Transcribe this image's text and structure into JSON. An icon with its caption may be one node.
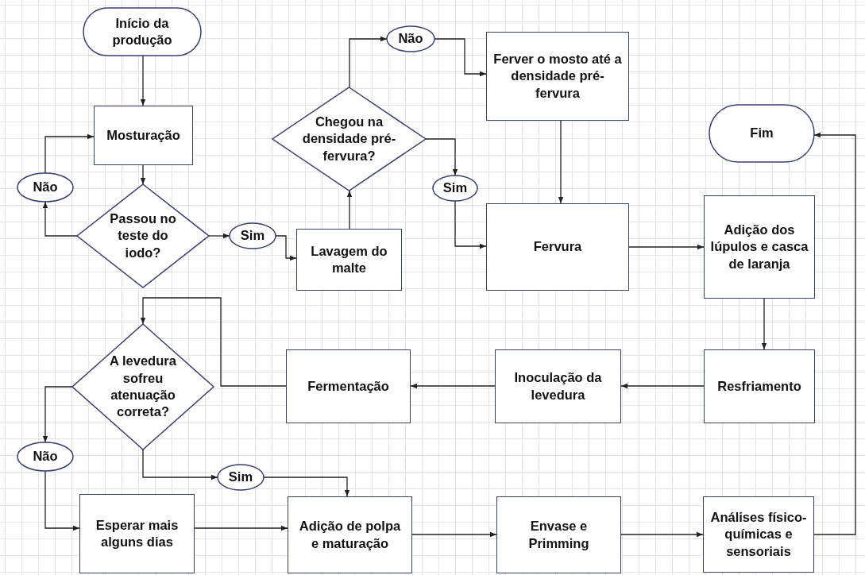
{
  "diagram": {
    "nodes": [
      {
        "text": [
          "Início da produção"
        ]
      },
      {
        "text": [
          "Mosturação"
        ]
      },
      {
        "text": [
          "Passou no teste do iodo?"
        ]
      },
      {
        "text": [
          "Não"
        ]
      },
      {
        "text": [
          "Sim"
        ]
      },
      {
        "text": [
          "Lavagem do malte"
        ]
      },
      {
        "text": [
          "Chegou na densidade pré-fervura?"
        ]
      },
      {
        "text": [
          "Não"
        ]
      },
      {
        "text": [
          "Ferver o mosto até a densidade pré-fervura"
        ]
      },
      {
        "text": [
          "Sim"
        ]
      },
      {
        "text": [
          "Fervura"
        ]
      },
      {
        "text": [
          "Fim"
        ]
      },
      {
        "text": [
          "Adição dos lúpulos e casca de laranja"
        ]
      },
      {
        "text": [
          "Resfriamento"
        ]
      },
      {
        "text": [
          "Inoculação da levedura"
        ]
      },
      {
        "text": [
          "Fermentação"
        ]
      },
      {
        "text": [
          "A levedura sofreu atenuação correta?"
        ]
      },
      {
        "text": [
          "Não"
        ]
      },
      {
        "text": [
          "Sim"
        ]
      },
      {
        "text": [
          "Esperar mais alguns dias"
        ]
      },
      {
        "text": [
          "Adição de polpa e maturação"
        ]
      },
      {
        "text": [
          "Envase e Primming"
        ]
      },
      {
        "text": [
          "Análises físico-químicas e sensoriais"
        ]
      }
    ],
    "edges": [
      {
        "from": 0,
        "to": 1,
        "arrow": "to"
      },
      {
        "from": 1,
        "to": 2,
        "arrow": "to"
      },
      {
        "from": 2,
        "to": 3,
        "arrow": "to"
      },
      {
        "from": 3,
        "to": 1,
        "arrow": "to"
      },
      {
        "from": 2,
        "to": 4,
        "arrow": "to"
      },
      {
        "from": 4,
        "to": 5,
        "arrow": "to"
      },
      {
        "from": 5,
        "to": 6,
        "arrow": "to"
      },
      {
        "from": 6,
        "to": 7,
        "arrow": "to"
      },
      {
        "from": 7,
        "to": 8,
        "arrow": "to"
      },
      {
        "from": 6,
        "to": 9,
        "arrow": "to"
      },
      {
        "from": 9,
        "to": 10,
        "arrow": "to"
      },
      {
        "from": 8,
        "to": 10,
        "arrow": "to"
      },
      {
        "from": 10,
        "to": 12,
        "arrow": "to"
      },
      {
        "from": 12,
        "to": 13,
        "arrow": "to"
      },
      {
        "from": 13,
        "to": 14,
        "arrow": "to"
      },
      {
        "from": 14,
        "to": 15,
        "arrow": "to"
      },
      {
        "from": 15,
        "to": 16,
        "arrow": "to"
      },
      {
        "from": 16,
        "to": 17,
        "arrow": "to"
      },
      {
        "from": 17,
        "to": 19,
        "arrow": "to"
      },
      {
        "from": 16,
        "to": 18,
        "arrow": "to"
      },
      {
        "from": 18,
        "to": 20,
        "arrow": "to"
      },
      {
        "from": 19,
        "to": 20,
        "arrow": "to"
      },
      {
        "from": 20,
        "to": 21,
        "arrow": "to"
      },
      {
        "from": 21,
        "to": 22,
        "arrow": "to"
      },
      {
        "from": 22,
        "to": 11,
        "arrow": "to"
      }
    ]
  }
}
